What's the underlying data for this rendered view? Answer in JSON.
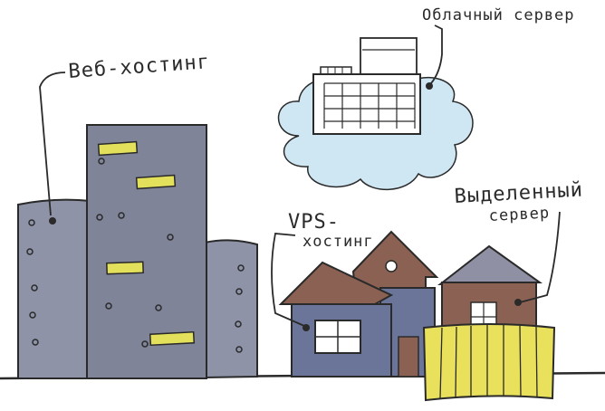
{
  "labels": {
    "web_hosting": "Веб-хостинг",
    "cloud_server": "Облачный сервер",
    "vps_line1": "VPS-",
    "vps_line2": "хостинг",
    "dedicated_line1": "Выделенный",
    "dedicated_line2": "сервер"
  },
  "colors": {
    "building": "#8e93a8",
    "building_dark": "#7f8499",
    "window_yellow": "#e3e05c",
    "cloud": "#cfe6f3",
    "roof_brown": "#8a6152",
    "house_blue": "#6b7599",
    "roof_grey": "#8f90a3",
    "fence": "#e9e15c",
    "ink": "#2a2a2a"
  }
}
